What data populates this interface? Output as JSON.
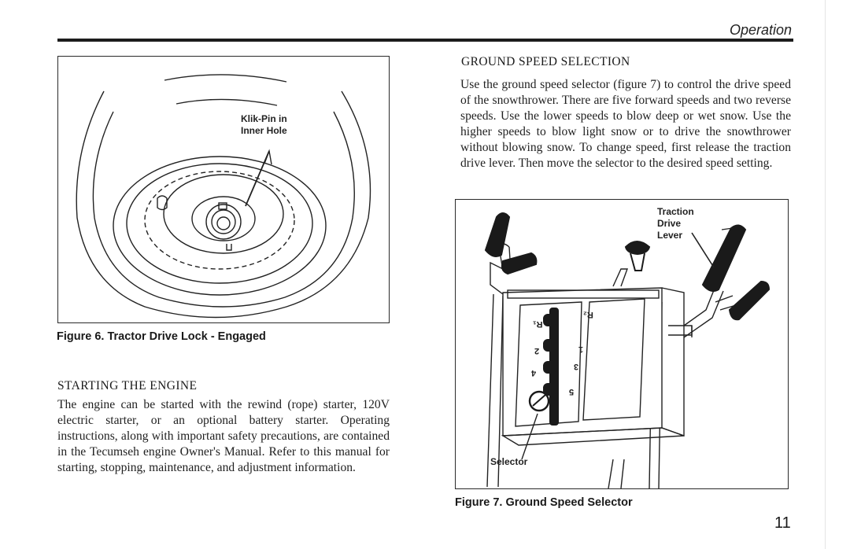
{
  "header": {
    "section": "Operation"
  },
  "figure6": {
    "callout": [
      "Klik-Pin in",
      "Inner Hole"
    ],
    "caption": "Figure 6. Tractor Drive Lock - Engaged"
  },
  "starting": {
    "heading": "STARTING THE ENGINE",
    "body": "The engine can be started with the rewind (rope) starter, 120V electric starter, or an optional battery starter. Operating instructions, along with important safety precautions, are contained in the Tecumseh engine Owner's Manual. Refer to this manual for starting, stopping, maintenance, and adjustment information."
  },
  "ground_speed": {
    "heading": "GROUND SPEED SELECTION",
    "body": "Use the ground speed selector (figure 7) to control the drive speed of the snowthrower. There are five forward speeds and two reverse speeds. Use the lower speeds to blow deep or wet snow. Use the higher speeds to blow light snow or to drive the snowthrower without blowing snow. To change speed, first release the traction drive lever. Then move the selector to the desired speed setting."
  },
  "figure7": {
    "callout_lever": [
      "Traction",
      "Drive",
      "Lever"
    ],
    "callout_selector": "Selector",
    "plate_marks": [
      "R₂",
      "R₁",
      "1",
      "2",
      "3",
      "4",
      "5"
    ],
    "caption": "Figure 7. Ground Speed Selector"
  },
  "page_number": "11"
}
